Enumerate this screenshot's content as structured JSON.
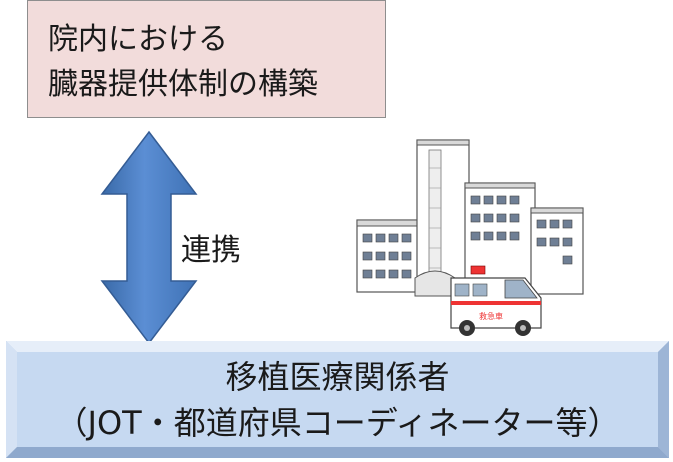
{
  "top_box": {
    "line1": "院内における",
    "line2": "臓器提供体制の構築",
    "fill": "#f2dcdb"
  },
  "arrow": {
    "label": "連携",
    "color": "#4f81bd"
  },
  "illustration": {
    "icon": "hospital-with-ambulance-icon",
    "ambulance_text": "救急車"
  },
  "bottom_box": {
    "line1": "移植医療関係者",
    "line2": "（JOT・都道府県コーディネーター等）",
    "fill": "#c6d9f1"
  }
}
